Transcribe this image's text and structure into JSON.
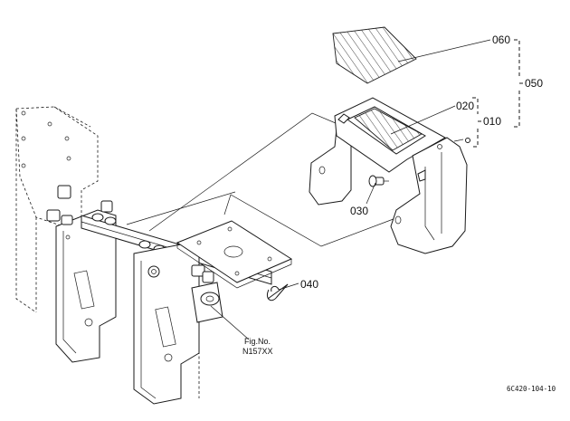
{
  "diagram": {
    "callouts": [
      {
        "id": "060",
        "label": "060"
      },
      {
        "id": "050",
        "label": "050"
      },
      {
        "id": "020",
        "label": "020"
      },
      {
        "id": "010",
        "label": "010"
      },
      {
        "id": "030",
        "label": "030"
      },
      {
        "id": "040",
        "label": "040"
      }
    ],
    "figure_ref": {
      "line1": "Fig.No.",
      "line2": "N157XX"
    },
    "drawing_code": "6C420-104-10"
  }
}
